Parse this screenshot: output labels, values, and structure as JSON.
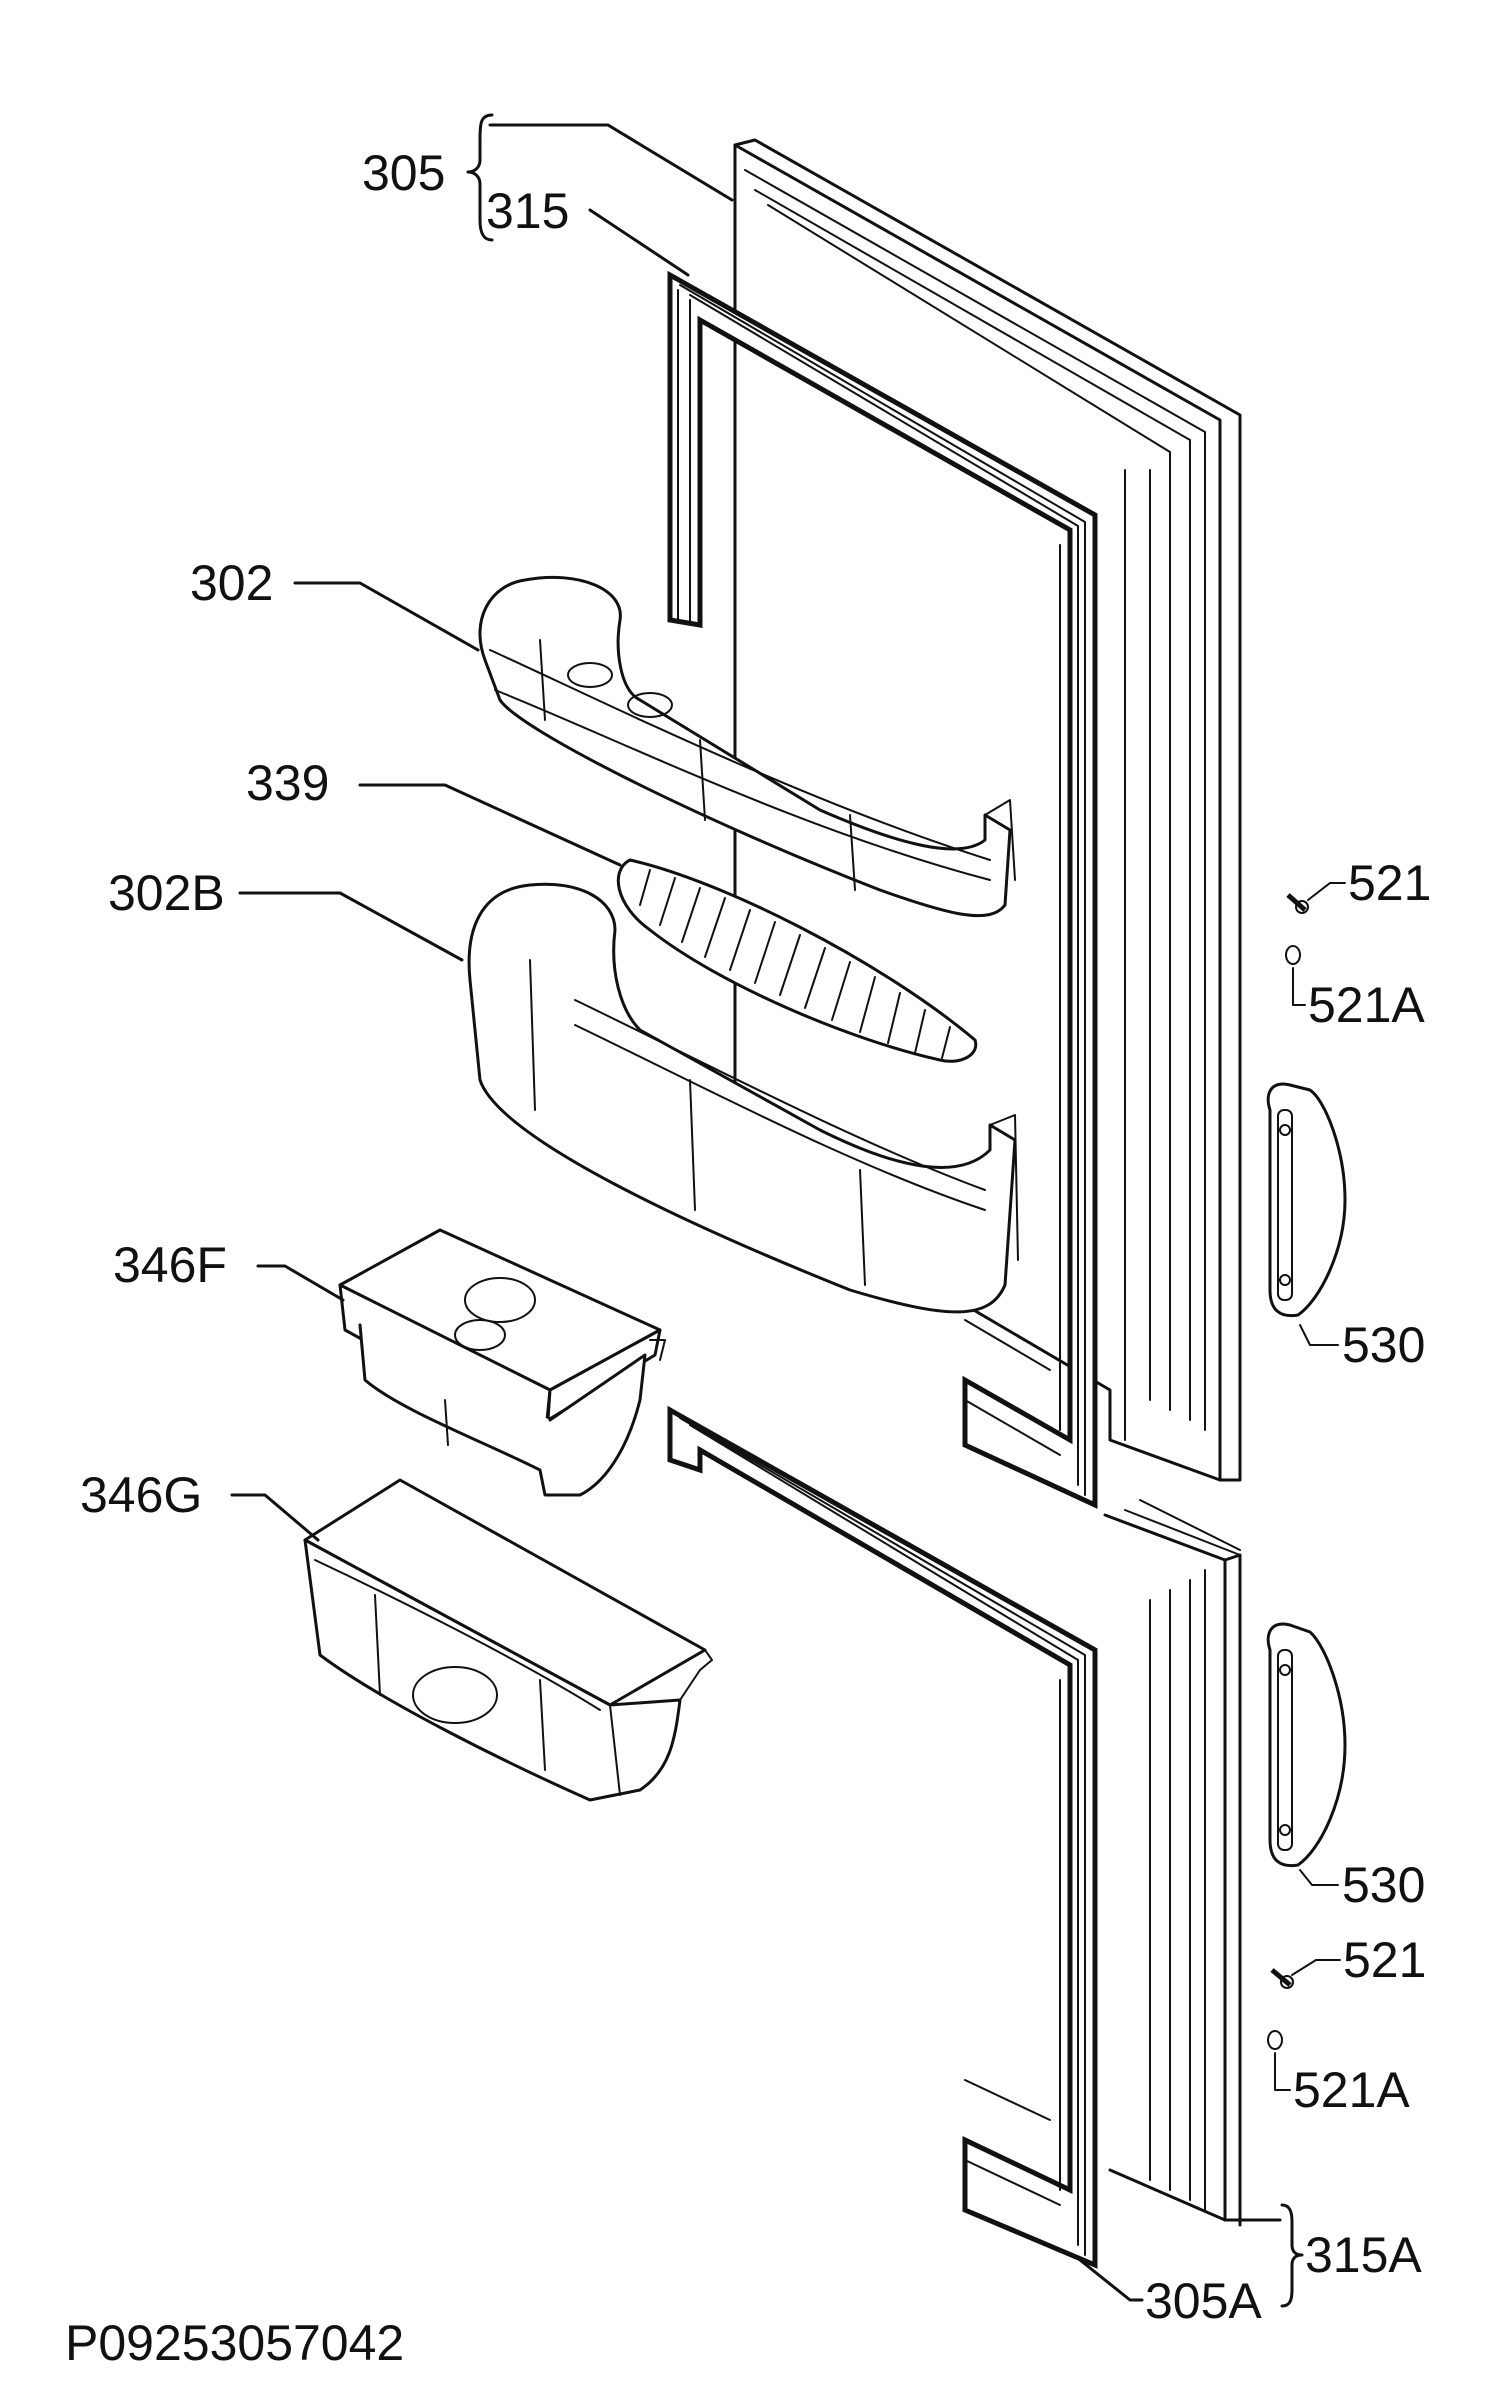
{
  "drawing_code": "P09253057042",
  "parts": {
    "p305": "305",
    "p315": "315",
    "p302": "302",
    "p339": "339",
    "p302B": "302B",
    "p346F": "346F",
    "p346G": "346G",
    "p521_top": "521",
    "p521A_top": "521A",
    "p530_top": "530",
    "p530_bottom": "530",
    "p521_bottom": "521",
    "p521A_bottom": "521A",
    "p315A": "315A",
    "p305A": "305A"
  },
  "colors": {
    "line": "#111111",
    "background": "#ffffff"
  }
}
